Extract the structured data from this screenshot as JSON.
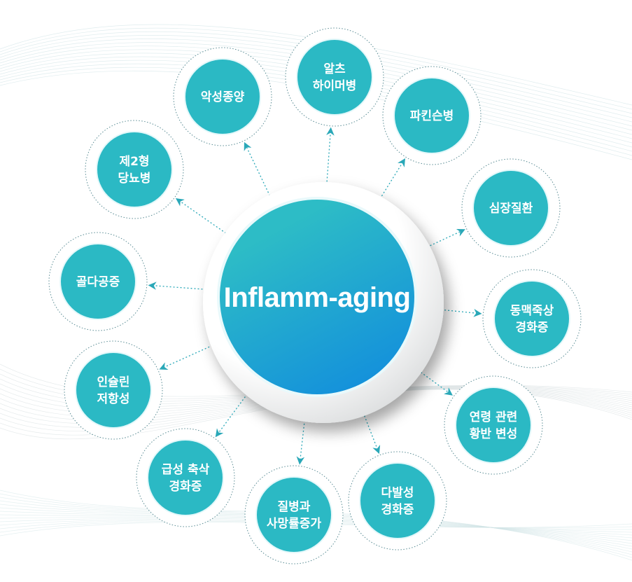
{
  "center": {
    "title": "Inflamm-aging"
  },
  "colors": {
    "node": "#2bb9c4",
    "center_top": "#2dbcc6",
    "center_bottom": "#138fdc",
    "arrow": "#2aa8b8",
    "dotted_ring": "#5a8c94"
  },
  "nodes": [
    {
      "id": "malignant-tumor",
      "lines": [
        "악성종양"
      ]
    },
    {
      "id": "alzheimers",
      "lines": [
        "알츠",
        "하이머병"
      ]
    },
    {
      "id": "parkinsons",
      "lines": [
        "파킨슨병"
      ]
    },
    {
      "id": "heart-disease",
      "lines": [
        "심장질환"
      ]
    },
    {
      "id": "atherosclerosis",
      "lines": [
        "동맥죽상",
        "경화증"
      ]
    },
    {
      "id": "macular-degeneration",
      "lines": [
        "연령 관련",
        "황반 변성"
      ]
    },
    {
      "id": "multiple-sclerosis",
      "lines": [
        "다발성",
        "경화증"
      ]
    },
    {
      "id": "morbidity-mortality",
      "lines": [
        "질병과",
        "사망률증가"
      ]
    },
    {
      "id": "axonal-sclerosis",
      "lines": [
        "급성 축삭",
        "경화증"
      ]
    },
    {
      "id": "insulin-resistance",
      "lines": [
        "인슐린",
        "저항성"
      ]
    },
    {
      "id": "osteoporosis",
      "lines": [
        "골다공증"
      ]
    },
    {
      "id": "type2-diabetes",
      "lines": [
        "제2형",
        "당뇨병"
      ]
    }
  ]
}
